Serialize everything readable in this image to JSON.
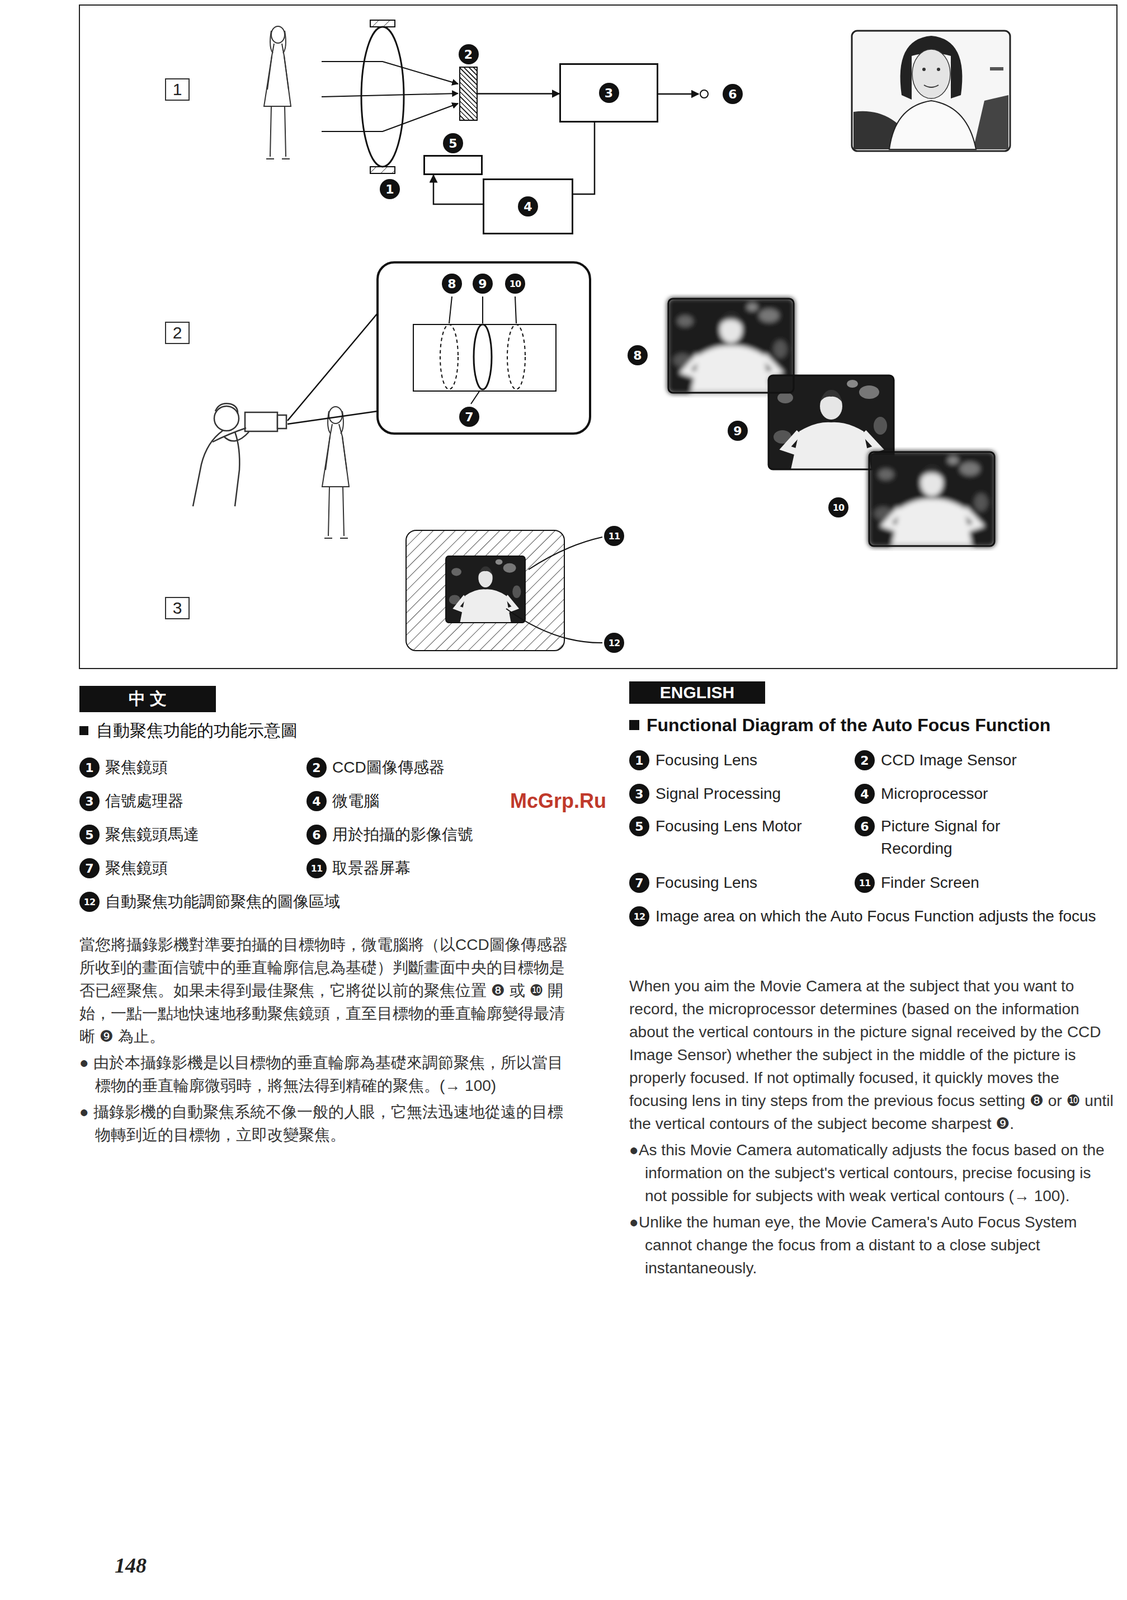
{
  "diagram": {
    "nodes": [
      {
        "text": [
          "1"
        ]
      },
      {
        "text": [
          "2"
        ]
      },
      {
        "text": [
          "3"
        ]
      },
      {
        "text": [
          "5"
        ]
      },
      {
        "text": [
          "4"
        ]
      },
      {
        "text": [
          "2"
        ]
      },
      {
        "text": [
          "3"
        ]
      },
      {
        "text": [
          "中 文"
        ]
      },
      {
        "text": [
          "ENGLISH"
        ]
      }
    ],
    "edges": [
      {
        "from": 1,
        "to": 2,
        "arrow": "to"
      },
      {
        "from": 2,
        "to": 4,
        "arrow": "none"
      },
      {
        "from": 4,
        "to": 3,
        "arrow": "to"
      }
    ],
    "labels": [
      "6",
      "1",
      "8",
      "9",
      "10",
      "8",
      "7",
      "9",
      "10",
      "11",
      "12",
      "自動聚焦功能的功能示意圖",
      "1",
      "聚焦鏡頭",
      "2",
      "CCD圖像傳感器",
      "3",
      "信號處理器",
      "4",
      "微電腦",
      "5",
      "聚焦鏡頭馬達",
      "6",
      "用於拍攝的影像信號",
      "7",
      "聚焦鏡頭",
      "11",
      "取景器屏幕",
      "12",
      "自動聚焦功能調節聚焦的圖像區域",
      "當您將攝錄影機對準要拍攝的目標物時，微電腦將（以CCD圖像傳感器所收到的畫面信號中的垂直輪廓信息為基礎）判斷畫面中央的目標物是否已經聚焦。如果未得到最佳聚焦，它將從以前的聚焦位置 ❽ 或 ❿ 開始，一點一點地快速地移動聚焦鏡頭，直至目標物的垂直輪廓變得最清晰 ❾ 為止。",
      "● 由於本攝錄影機是以目標物的垂直輪廓為基礎來調節聚焦，所以當目標物的垂直輪廓微弱時，將無法得到精確的聚焦。(→ 100)",
      "● 攝錄影機的自動聚焦系統不像一般的人眼，它無法迅速地從遠的目標物轉到近的目標物，立即改變聚焦。",
      "Functional Diagram of the Auto Focus Function",
      "1",
      "Focusing Lens",
      "2",
      "CCD Image Sensor",
      "3",
      "Signal Processing",
      "4",
      "Microprocessor",
      "5",
      "Focusing Lens Motor",
      "6",
      "Picture Signal for Recording",
      "7",
      "Focusing Lens",
      "11",
      "Finder Screen",
      "12",
      "Image area on which the Auto Focus Function adjusts the focus",
      "When you aim the Movie Camera at the subject that you want to record, the microprocessor determines (based on the information about the vertical contours in the picture signal received by the CCD Image Sensor) whether the subject in the middle of the picture is properly focused. If not optimally focused, it quickly moves the focusing lens in tiny steps from the previous focus setting ❽ or ❿ until the vertical contours of the subject become sharpest ❾.",
      "●As this Movie Camera automatically adjusts the focus based on the information on the subject's vertical contours, precise focusing is not possible for subjects with weak vertical contours (→ 100).",
      "●Unlike the human eye, the Movie Camera's Auto Focus System cannot change the focus from a distant to a close subject instantaneously.",
      "McGrp.Ru",
      "148"
    ]
  }
}
